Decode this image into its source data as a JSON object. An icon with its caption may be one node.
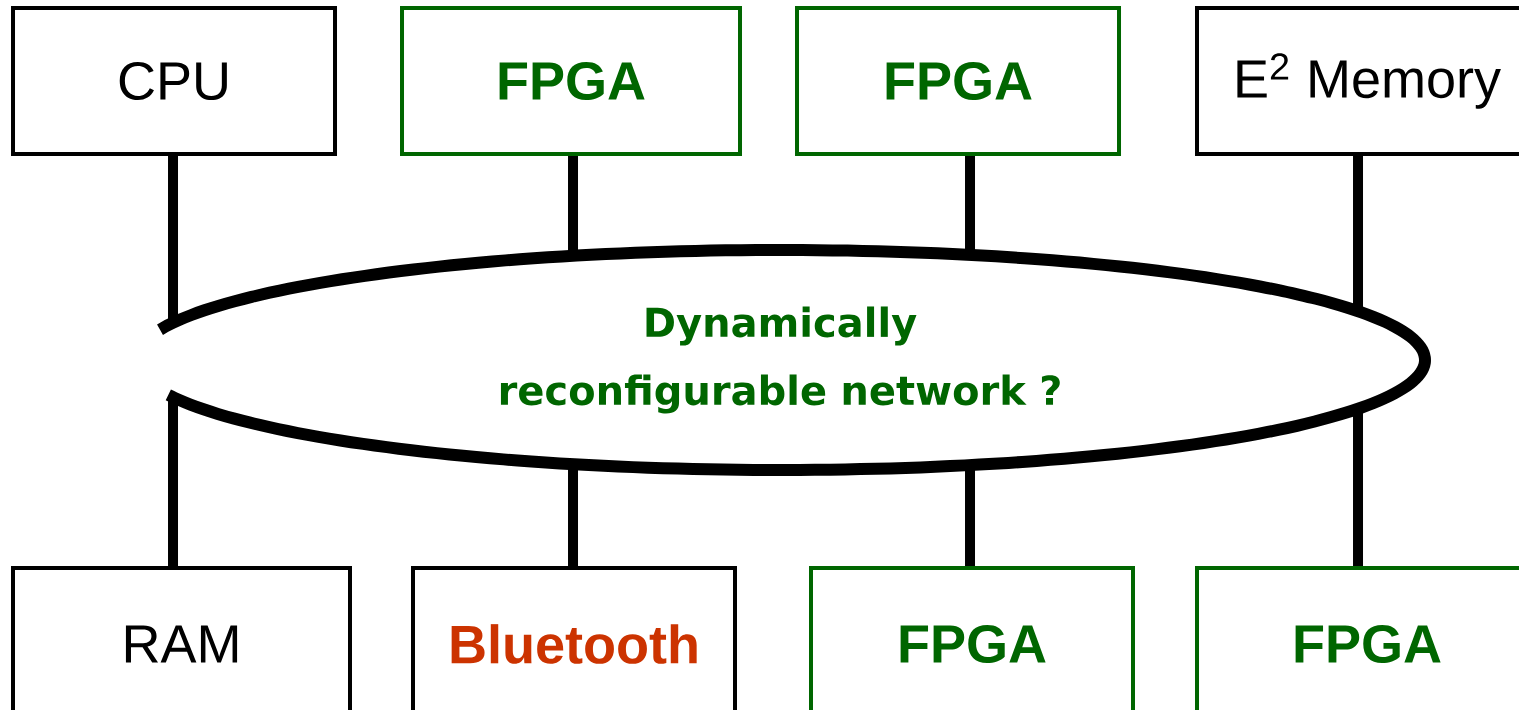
{
  "diagram": {
    "nodes": [
      {
        "text": [
          "CPU"
        ]
      },
      {
        "text": [
          "FPGA"
        ]
      },
      {
        "text": [
          "FPGA"
        ]
      },
      {
        "text": [
          "E$^{2}$ Memory"
        ]
      },
      {
        "text": [
          "Dynamically reconfigurable network ?"
        ]
      },
      {
        "text": [
          "RAM"
        ]
      },
      {
        "text": [
          "Bluetooth"
        ]
      },
      {
        "text": [
          "FPGA"
        ]
      },
      {
        "text": [
          "FPGA"
        ]
      }
    ],
    "edges": [
      {
        "from": 0,
        "to": 4,
        "arrow": "none"
      },
      {
        "from": 1,
        "to": 4,
        "arrow": "none"
      },
      {
        "from": 2,
        "to": 4,
        "arrow": "none"
      },
      {
        "from": 3,
        "to": 4,
        "arrow": "none"
      },
      {
        "from": 4,
        "to": 5,
        "arrow": "none"
      },
      {
        "from": 4,
        "to": 6,
        "arrow": "none"
      },
      {
        "from": 4,
        "to": 7,
        "arrow": "none"
      },
      {
        "from": 4,
        "to": 8,
        "arrow": "none"
      }
    ]
  }
}
